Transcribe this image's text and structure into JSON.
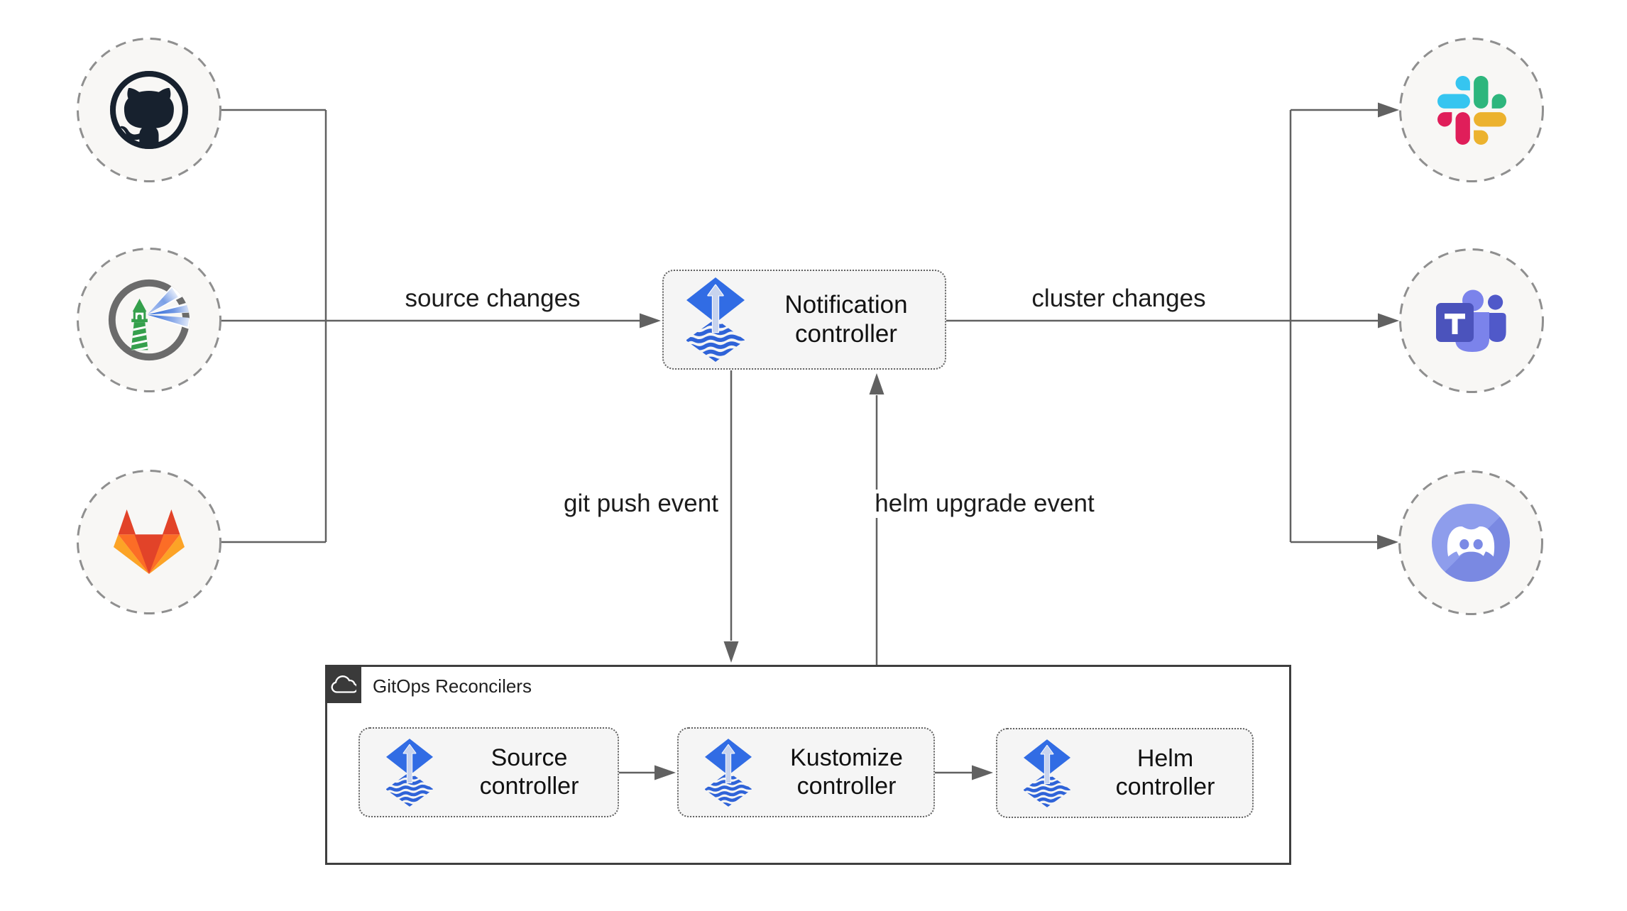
{
  "diagram_type": "flux-notification-controller-architecture",
  "nodes": {
    "notification": {
      "label": "Notification controller",
      "icon": "flux-icon"
    },
    "source": {
      "label": "Source controller",
      "icon": "flux-icon"
    },
    "kustomize": {
      "label": "Kustomize controller",
      "icon": "flux-icon"
    },
    "helm": {
      "label": "Helm controller",
      "icon": "flux-icon"
    }
  },
  "groups": {
    "gitops": {
      "label": "GitOps Reconcilers",
      "icon": "cloud-icon"
    }
  },
  "endpoints": {
    "left": [
      {
        "id": "github",
        "icon": "github-icon"
      },
      {
        "id": "harbor",
        "icon": "harbor-icon"
      },
      {
        "id": "gitlab",
        "icon": "gitlab-icon"
      }
    ],
    "right": [
      {
        "id": "slack",
        "icon": "slack-icon"
      },
      {
        "id": "teams",
        "icon": "teams-icon"
      },
      {
        "id": "discord",
        "icon": "discord-icon"
      }
    ]
  },
  "edges": {
    "source_changes": {
      "label": "source changes"
    },
    "cluster_changes": {
      "label": "cluster changes"
    },
    "git_push": {
      "label": "git push event"
    },
    "helm_upgrade": {
      "label": "helm upgrade event"
    }
  },
  "colors": {
    "background": "#ffffff",
    "line": "#616161",
    "node_fill": "#f5f5f5",
    "node_border": "#616161",
    "circle_fill": "#f8f7f5",
    "circle_border": "#949494",
    "group_border": "#3f3f3f",
    "group_chip": "#3a3a3a",
    "flux_blue": "#316ce4",
    "flux_wave_blue": "#2f63d8",
    "flux_arrow_light": "#c7d3ee",
    "github_navy": "#17212e",
    "harbor_gray": "#6b6b6b",
    "harbor_green": "#35a04c",
    "harbor_beam_blue": "#2f6bd8",
    "gitlab_red": "#e24329",
    "gitlab_orange": "#fc6d26",
    "gitlab_yellow": "#fca326",
    "slack_blue": "#36c5f0",
    "slack_green": "#2eb67d",
    "slack_red": "#e01e5a",
    "slack_yellow": "#ecb22e",
    "teams_dark": "#5059c9",
    "teams_light": "#7b83eb",
    "teams_square": "#4b53bc",
    "discord_blurple_light": "#8e9dec",
    "discord_blurple_dark": "#7a89e2"
  }
}
